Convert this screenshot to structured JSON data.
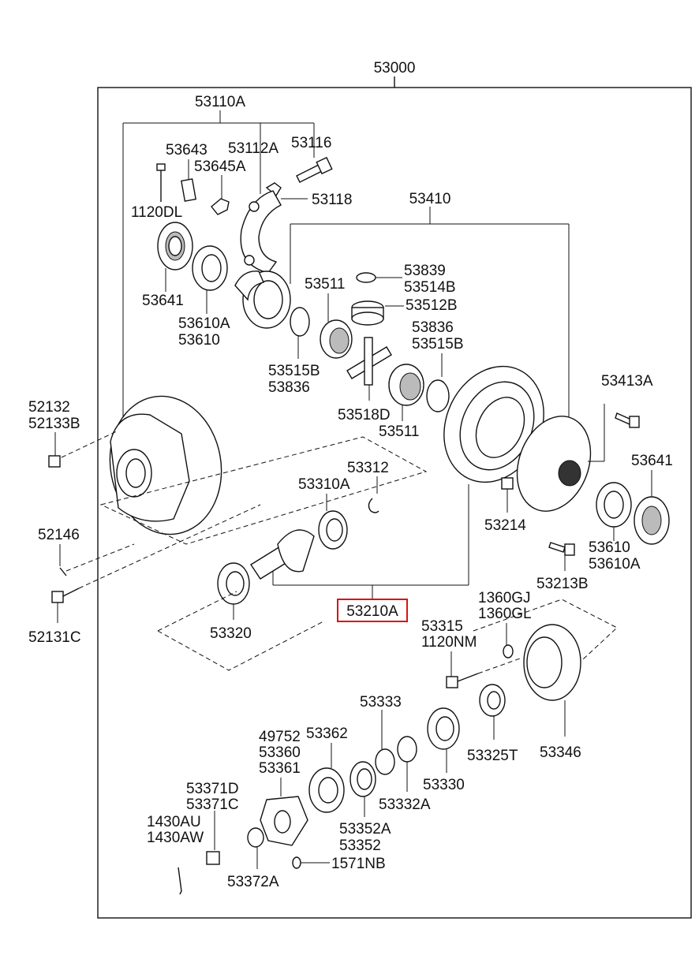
{
  "assembly": "53000",
  "labels": {
    "l53110A": "53110A",
    "l53643": "53643",
    "l53112A": "53112A",
    "l53116": "53116",
    "l53645A": "53645A",
    "l1120DL": "1120DL",
    "l53118": "53118",
    "l53410": "53410",
    "l53641a": "53641",
    "l53610Aa": "53610A",
    "l53610a": "53610",
    "l53839": "53839",
    "l53514B": "53514B",
    "l53511a": "53511",
    "l53512B": "53512B",
    "l53836a": "53836",
    "l53515Ba": "53515B",
    "l53515Bb": "53515B",
    "l53836b": "53836",
    "l53518D": "53518D",
    "l53511b": "53511",
    "l53413A": "53413A",
    "l52132": "52132",
    "l52133B": "52133B",
    "l53641b": "53641",
    "l53312": "53312",
    "l53310A": "53310A",
    "l52146": "52146",
    "l53214": "53214",
    "l53610b": "53610",
    "l53610Ab": "53610A",
    "l53213B": "53213B",
    "l53210A": "53210A",
    "l1360GJ": "1360GJ",
    "l1360GL": "1360GL",
    "l52131C": "52131C",
    "l53320": "53320",
    "l53315": "53315",
    "l1120NM": "1120NM",
    "l53333": "53333",
    "l49752": "49752",
    "l53362": "53362",
    "l53360": "53360",
    "l53361": "53361",
    "l53330": "53330",
    "l53325T": "53325T",
    "l53346": "53346",
    "l53371D": "53371D",
    "l53371C": "53371C",
    "l53332A": "53332A",
    "l1430AU": "1430AU",
    "l1430AW": "1430AW",
    "l53352A": "53352A",
    "l53352": "53352",
    "l1571NB": "1571NB",
    "l53372A": "53372A"
  },
  "highlight": "53210A",
  "colors": {
    "line": "#111111",
    "highlight": "#dd1111",
    "background": "#ffffff"
  }
}
